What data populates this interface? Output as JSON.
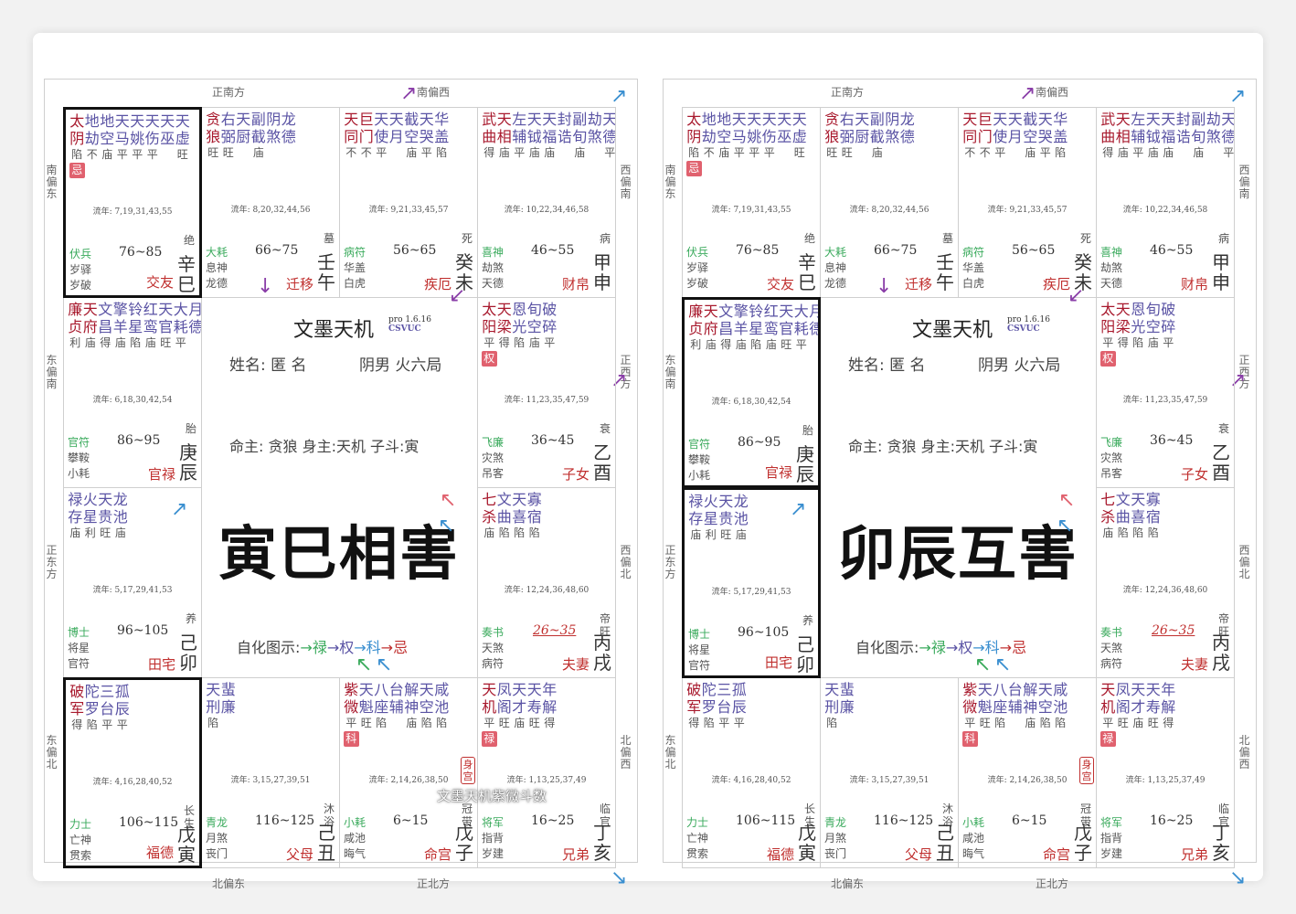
{
  "directions": {
    "top_left": "正南方",
    "top_right": "南偏西",
    "bottom_left": "北偏东",
    "bottom_right": "正北方",
    "left": [
      "南偏东",
      "东偏南",
      "正东方",
      "东偏北"
    ],
    "right": [
      "西偏南",
      "正西方",
      "西偏北",
      "北偏西"
    ]
  },
  "app_title": "文墨天机",
  "app_version": "pro 1.6.16",
  "app_brand": "CSVUC",
  "name_line": "姓名: 匿 名",
  "gender_line": "阴男 火六局",
  "main_line": "命主: 贪狼 身主:天机  子斗:寅",
  "legend": {
    "label": "自化图示:",
    "arrow1": "→",
    "lu": "禄",
    "arrow2": "→",
    "quan": "权",
    "arrow3": "→",
    "ke": "科",
    "arrow4": "→",
    "ji": "忌"
  },
  "body_palace": "身宫",
  "watermark": "文墨天机紫微斗数",
  "charts": [
    {
      "big": "寅巳相害",
      "hl": [
        "巳",
        "寅"
      ]
    },
    {
      "big": "卯辰互害",
      "hl": [
        "辰",
        "卯"
      ]
    }
  ],
  "palaces": {
    "巳": {
      "stars": [
        [
          "太",
          "阴",
          "陷",
          "m"
        ],
        [
          "地",
          "劫",
          "不",
          "a"
        ],
        [
          "地",
          "空",
          "庙",
          "a"
        ],
        [
          "天",
          "马",
          "平",
          "a"
        ],
        [
          "天",
          "姚",
          "平",
          "a"
        ],
        [
          "天",
          "伤",
          "平",
          "a"
        ],
        [
          "天",
          "巫",
          "",
          " a"
        ],
        [
          "天",
          "虚",
          "旺",
          "a"
        ]
      ],
      "hua": [
        "忌",
        0
      ],
      "liunian": "流年: 7,19,31,43,55",
      "gods": [
        "伏兵",
        "岁驿",
        "岁破"
      ],
      "range": "76~85",
      "life": "绝",
      "palace": "交友",
      "branch": "辛\n巳"
    },
    "午": {
      "stars": [
        [
          "贪",
          "狼",
          "旺",
          "m"
        ],
        [
          "右",
          "弼",
          "旺",
          "a"
        ],
        [
          "天",
          "厨",
          "",
          "a"
        ],
        [
          "副",
          "截",
          "庙",
          "a"
        ],
        [
          "阴",
          "煞",
          "",
          "a"
        ],
        [
          "龙",
          "德",
          "",
          "a"
        ]
      ],
      "liunian": "流年: 8,20,32,44,56",
      "gods": [
        "大耗",
        "息神",
        "龙德"
      ],
      "range": "66~75",
      "life": "墓",
      "palace": "迁移",
      "branch": "壬\n午"
    },
    "未": {
      "stars": [
        [
          "天",
          "同",
          "不",
          "m"
        ],
        [
          "巨",
          "门",
          "不",
          "m"
        ],
        [
          "天",
          "使",
          "平",
          "a"
        ],
        [
          "天",
          "月",
          "",
          "a"
        ],
        [
          "截",
          "空",
          "庙",
          "a"
        ],
        [
          "天",
          "哭",
          "平",
          "a"
        ],
        [
          "华",
          "盖",
          "陷",
          "a"
        ]
      ],
      "liunian": "流年: 9,21,33,45,57",
      "gods": [
        "病符",
        "华盖",
        "白虎"
      ],
      "range": "56~65",
      "life": "死",
      "palace": "疾厄",
      "branch": "癸\n未"
    },
    "申": {
      "stars": [
        [
          "武",
          "曲",
          "得",
          "m"
        ],
        [
          "天",
          "相",
          "庙",
          "m"
        ],
        [
          "左",
          "辅",
          "平",
          "a"
        ],
        [
          "天",
          "钺",
          "庙",
          "a"
        ],
        [
          "天",
          "福",
          "庙",
          "a"
        ],
        [
          "封",
          "诰",
          "",
          "a"
        ],
        [
          "副",
          "旬",
          "庙",
          "a"
        ],
        [
          "劫",
          "煞",
          "",
          "a"
        ],
        [
          "天",
          "德",
          "平",
          "a"
        ]
      ],
      "liunian": "流年: 10,22,34,46,58",
      "gods": [
        "喜神",
        "劫煞",
        "天德"
      ],
      "range": "46~55",
      "life": "病",
      "palace": "财帛",
      "branch": "甲\n申"
    },
    "辰": {
      "stars": [
        [
          "廉",
          "贞",
          "利",
          "m"
        ],
        [
          "天",
          "府",
          "庙",
          "m"
        ],
        [
          "文",
          "昌",
          "得",
          "a"
        ],
        [
          "擎",
          "羊",
          "庙",
          "a"
        ],
        [
          "铃",
          "星",
          "陷",
          "a"
        ],
        [
          "红",
          "鸾",
          "庙",
          "a"
        ],
        [
          "天",
          "官",
          "旺",
          "a"
        ],
        [
          "大",
          "耗",
          "平",
          "a"
        ],
        [
          "月",
          "德",
          "",
          "a"
        ]
      ],
      "liunian": "流年: 6,18,30,42,54",
      "gods": [
        "官符",
        "攀鞍",
        "小耗"
      ],
      "range": "86~95",
      "life": "胎",
      "palace": "官禄",
      "branch": "庚\n辰"
    },
    "酉": {
      "stars": [
        [
          "太",
          "阳",
          "平",
          "m"
        ],
        [
          "天",
          "梁",
          "得",
          "m"
        ],
        [
          "恩",
          "光",
          "陷",
          "a"
        ],
        [
          "旬",
          "空",
          "庙",
          "a"
        ],
        [
          "破",
          "碎",
          "平",
          "a"
        ]
      ],
      "hua": [
        "权",
        0
      ],
      "liunian": "流年: 11,23,35,47,59",
      "gods": [
        "飞廉",
        "灾煞",
        "吊客"
      ],
      "range": "36~45",
      "life": "衰",
      "palace": "子女",
      "branch": "乙\n酉"
    },
    "卯": {
      "stars": [
        [
          "禄",
          "存",
          "庙",
          "a"
        ],
        [
          "火",
          "星",
          "利",
          "a"
        ],
        [
          "天",
          "贵",
          "旺",
          "a"
        ],
        [
          "龙",
          "池",
          "庙",
          "a"
        ]
      ],
      "liunian": "流年: 5,17,29,41,53",
      "gods": [
        "博士",
        "将星",
        "官符"
      ],
      "range": "96~105",
      "life": "养",
      "palace": "田宅",
      "branch": "己\n卯"
    },
    "戌": {
      "stars": [
        [
          "七",
          "杀",
          "庙",
          "m"
        ],
        [
          "文",
          "曲",
          "陷",
          "a"
        ],
        [
          "天",
          "喜",
          "陷",
          "a"
        ],
        [
          "寡",
          "宿",
          "陷",
          "a"
        ]
      ],
      "liunian": "流年: 12,24,36,48,60",
      "gods": [
        "奏书",
        "天煞",
        "病符"
      ],
      "range": "26~35",
      "life": "帝\n旺",
      "palace": "夫妻",
      "branch": "丙\n戌",
      "u": true
    },
    "寅": {
      "stars": [
        [
          "破",
          "军",
          "得",
          "m"
        ],
        [
          "陀",
          "罗",
          "陷",
          "a"
        ],
        [
          "三",
          "台",
          "平",
          "a"
        ],
        [
          "孤",
          "辰",
          "平",
          "a"
        ]
      ],
      "liunian": "流年: 4,16,28,40,52",
      "gods": [
        "力士",
        "亡神",
        "贯索"
      ],
      "range": "106~115",
      "life": "长\n生",
      "palace": "福德",
      "branch": "戊\n寅"
    },
    "丑": {
      "stars": [
        [
          "天",
          "刑",
          "陷",
          "a"
        ],
        [
          "蜚",
          "廉",
          "",
          "a"
        ]
      ],
      "liunian": "流年: 3,15,27,39,51",
      "gods": [
        "青龙",
        "月煞",
        "丧门"
      ],
      "range": "116~125",
      "life": "沐\n浴",
      "palace": "父母",
      "branch": "己\n丑"
    },
    "子": {
      "stars": [
        [
          "紫",
          "微",
          "平",
          "m"
        ],
        [
          "天",
          "魁",
          "旺",
          "a"
        ],
        [
          "八",
          "座",
          "陷",
          "a"
        ],
        [
          "台",
          "辅",
          "",
          "a"
        ],
        [
          "解",
          "神",
          "庙",
          "a"
        ],
        [
          "天",
          "空",
          "陷",
          "a"
        ],
        [
          "咸",
          "池",
          "陷",
          "a"
        ]
      ],
      "hua": [
        "科",
        0
      ],
      "liunian": "流年: 2,14,26,38,50",
      "gods": [
        "小耗",
        "咸池",
        "晦气"
      ],
      "range": "6~15",
      "life": "冠\n带",
      "palace": "命宫",
      "branch": "戊\n子",
      "body": true
    },
    "亥": {
      "stars": [
        [
          "天",
          "机",
          "平",
          "m"
        ],
        [
          "凤",
          "阁",
          "旺",
          "a"
        ],
        [
          "天",
          "才",
          "庙",
          "a"
        ],
        [
          "天",
          "寿",
          "旺",
          "a"
        ],
        [
          "年",
          "解",
          "得",
          "a"
        ]
      ],
      "hua": [
        "禄",
        0
      ],
      "liunian": "流年: 1,13,25,37,49",
      "gods": [
        "将军",
        "指背",
        "岁建"
      ],
      "range": "16~25",
      "life": "临\n官",
      "palace": "兄弟",
      "branch": "丁\n亥"
    }
  },
  "colors": {
    "main_star": "#a8192d",
    "aux_star": "#5a53a4",
    "palace": "#c0302f",
    "god": "#3aaa5c"
  }
}
